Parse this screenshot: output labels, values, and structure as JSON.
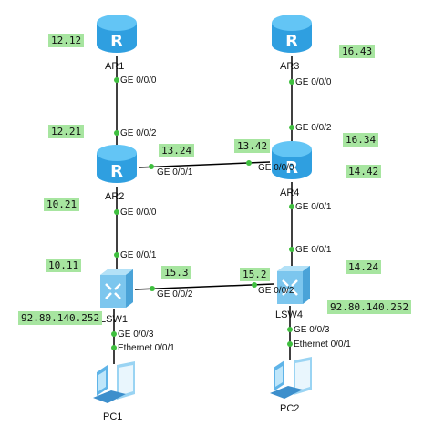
{
  "colors": {
    "router_body": "#2f9fe0",
    "router_top": "#63c5f5",
    "switch_body": "#7cc6ee",
    "link": "#000000",
    "dot": "#3fbf3f",
    "tag_bg": "#a7e5a0",
    "pc_body": "#5fb4e8"
  },
  "devices": {
    "ar1": "AR1",
    "ar2": "AR2",
    "ar3": "AR3",
    "ar4": "AR4",
    "lsw1": "LSW1",
    "lsw4": "LSW4",
    "pc1": "PC1",
    "pc2": "PC2"
  },
  "ports": {
    "ar1_down": "GE 0/0/0",
    "ar2_up": "GE 0/0/2",
    "ar2_right": "GE 0/0/1",
    "ar2_down": "GE 0/0/0",
    "ar3_down": "GE 0/0/0",
    "ar4_up": "GE 0/0/2",
    "ar4_left": "GE 0/0/0",
    "ar4_down": "GE 0/0/1",
    "lsw1_up": "GE 0/0/1",
    "lsw1_right": "GE 0/0/2",
    "lsw1_down": "GE 0/0/3",
    "pc1_up": "Ethernet 0/0/1",
    "lsw4_up": "GE 0/0/1",
    "lsw4_left": "GE 0/0/2",
    "lsw4_down": "GE 0/0/3",
    "pc2_up": "Ethernet 0/0/1"
  },
  "tags": {
    "t1": "12.12",
    "t2": "12.21",
    "t3": "13.24",
    "t4": "10.21",
    "t5": "10.11",
    "t6": "15.3",
    "t7": "92.80.140.252",
    "t8": "16.43",
    "t9": "16.34",
    "t10": "13.42",
    "t11": "14.42",
    "t12": "14.24",
    "t13": "15.2",
    "t14": "92.80.140.252"
  }
}
